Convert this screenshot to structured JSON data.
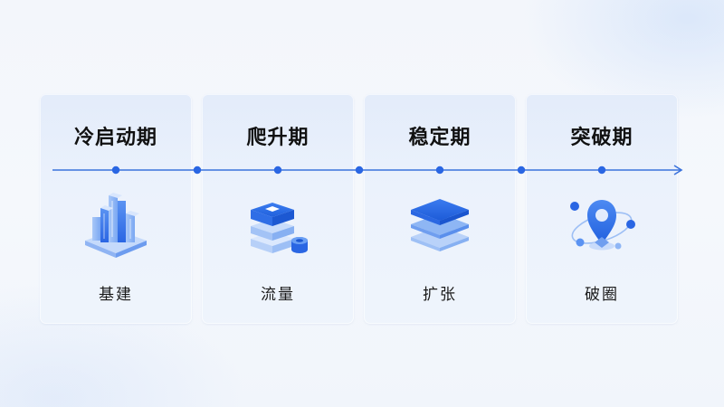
{
  "stages": [
    {
      "title": "冷启动期",
      "label": "基建",
      "icon": "buildings-icon"
    },
    {
      "title": "爬升期",
      "label": "流量",
      "icon": "database-stack-icon"
    },
    {
      "title": "稳定期",
      "label": "扩张",
      "icon": "layers-icon"
    },
    {
      "title": "突破期",
      "label": "破圈",
      "icon": "location-orbit-icon"
    }
  ],
  "colors": {
    "accent": "#2f6fe0",
    "line": "#3a72dc",
    "icon_dark": "#2a6ae8",
    "icon_light": "#8fb6f5"
  }
}
